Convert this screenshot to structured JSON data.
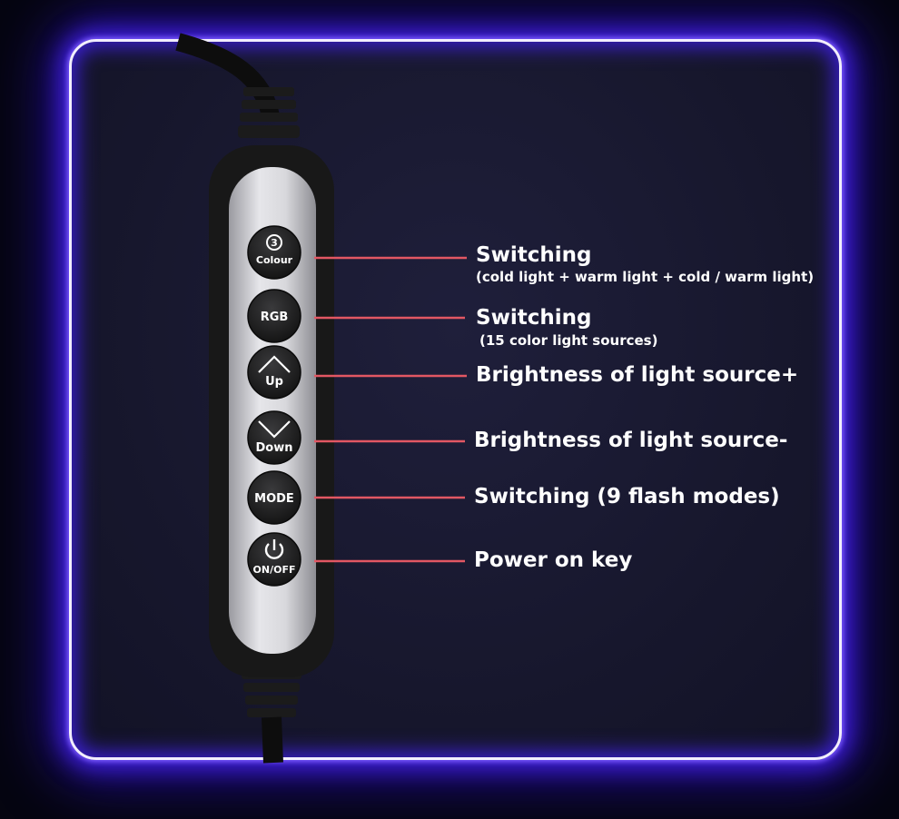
{
  "buttons": [
    {
      "id": "colour",
      "label": "Colour",
      "icon_text": "3",
      "icon": "number-3-circle-icon",
      "callout": "Switching",
      "sub": "(cold light + warm light + cold / warm light)"
    },
    {
      "id": "rgb",
      "label": "RGB",
      "icon_text": "",
      "icon": "",
      "callout": "Switching",
      "sub": "(15 color light sources)"
    },
    {
      "id": "up",
      "label": "Up",
      "icon_text": "",
      "icon": "chevron-up-icon",
      "callout": "Brightness of light source+",
      "sub": ""
    },
    {
      "id": "down",
      "label": "Down",
      "icon_text": "",
      "icon": "chevron-down-icon",
      "callout": "Brightness of light source-",
      "sub": ""
    },
    {
      "id": "mode",
      "label": "MODE",
      "icon_text": "",
      "icon": "",
      "callout": "Switching (9 flash modes)",
      "sub": ""
    },
    {
      "id": "onoff",
      "label": "ON/OFF",
      "icon_text": "",
      "icon": "power-icon",
      "callout": "Power on key",
      "sub": ""
    }
  ],
  "colors": {
    "frame_glow": "#3f1fd8",
    "frame_border": "#f2eeff",
    "callout_line": "#e25763",
    "button": "#1a1a1a",
    "panel": "#d4d4d8",
    "text": "#ffffff"
  }
}
